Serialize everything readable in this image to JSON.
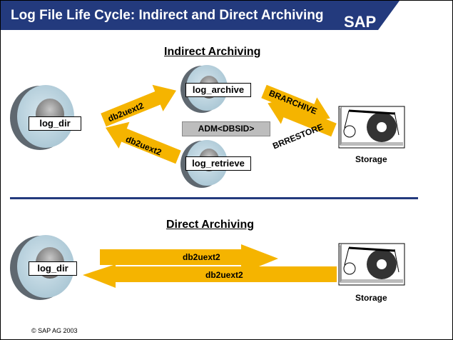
{
  "header": {
    "title": "Log File Life Cycle: Indirect and Direct Archiving",
    "logo": "SAP"
  },
  "indirect": {
    "title": "Indirect Archiving",
    "log_dir": "log_dir",
    "log_archive": "log_archive",
    "log_retrieve": "log_retrieve",
    "adm": "ADM<DBSID>",
    "arrow_up_label": "db2uext2",
    "arrow_down_label": "db2uext2",
    "brarchive": "BRARCHIVE",
    "brrestore": "BRRESTORE",
    "storage": "Storage"
  },
  "direct": {
    "title": "Direct Archiving",
    "log_dir": "log_dir",
    "arrow_right_label": "db2uext2",
    "arrow_left_label": "db2uext2",
    "storage": "Storage"
  },
  "footer": {
    "copyright": "© SAP AG 2003"
  },
  "colors": {
    "header_bg": "#233a7d",
    "arrow": "#f5b400",
    "disk": "#b8d0dc"
  }
}
